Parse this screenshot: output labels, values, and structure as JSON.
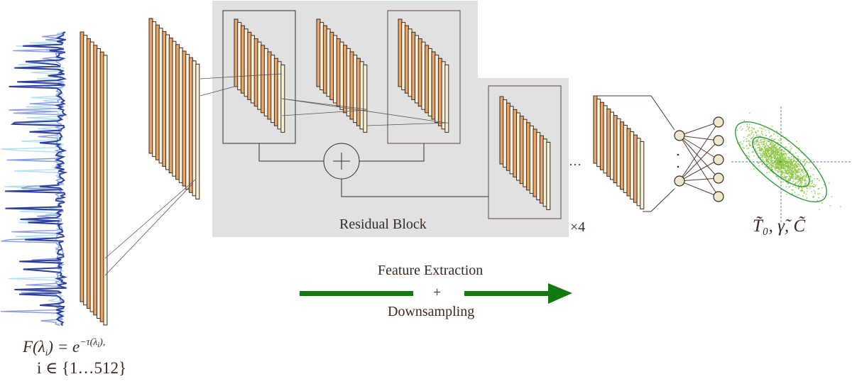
{
  "title": "1D residual CNN architecture for transmission spectra inference",
  "input": {
    "formula_lhs": "F(λ",
    "formula_sub": "i",
    "formula_mid": ") = e",
    "formula_exp": "−τ(λ",
    "formula_exp_sub": "i",
    "formula_exp_end": "),",
    "index_range": "i ∈ {1…512}",
    "spectra_colors": [
      "#2e3f9e",
      "#7d8fe0",
      "#a8dcf4"
    ]
  },
  "residual_block": {
    "label": "Residual Block",
    "repeat": "×4",
    "sum_symbol": "+",
    "background": "#e1e1e1"
  },
  "ellipsis": "···",
  "arrow": {
    "label_top": "Feature Extraction",
    "label_mid": "+",
    "label_bottom": "Downsampling",
    "color": "#137a12"
  },
  "output": {
    "label": "T̃₀, γ̃, C̃",
    "scatter_color": "#8cc63f",
    "ellipse_color": "#2a9b3a"
  },
  "colors": {
    "feature_orange": "#e8a66a",
    "feature_cream": "#f8f1d8",
    "stroke": "#3a2a22",
    "neuron_fill": "#efe7cc"
  }
}
